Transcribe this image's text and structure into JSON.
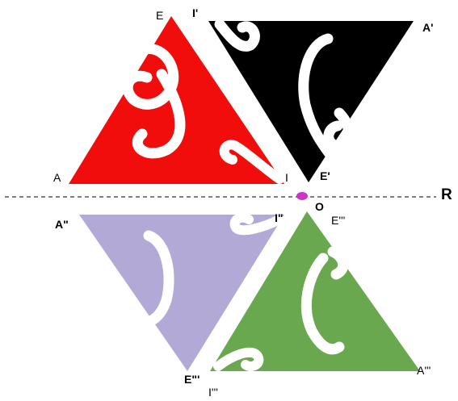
{
  "colors": {
    "background": "#ffffff",
    "triangle_red": "#f20d0d",
    "triangle_black": "#000000",
    "triangle_lavender": "#b3a9d6",
    "triangle_green": "#6aa84f",
    "point_o": "#cc33cc",
    "line_r": "#333333"
  },
  "labels": {
    "e": "E",
    "i_prime": "I'",
    "a_prime": "A'",
    "a": "A",
    "i": "I",
    "e_prime": "E'",
    "o": "O",
    "r": "R",
    "a_double": "A\"",
    "i_double": "I\"",
    "e_triple": "E'''",
    "e_double": "E\"'",
    "i_triple": "I'''",
    "a_triple": "A'''"
  }
}
